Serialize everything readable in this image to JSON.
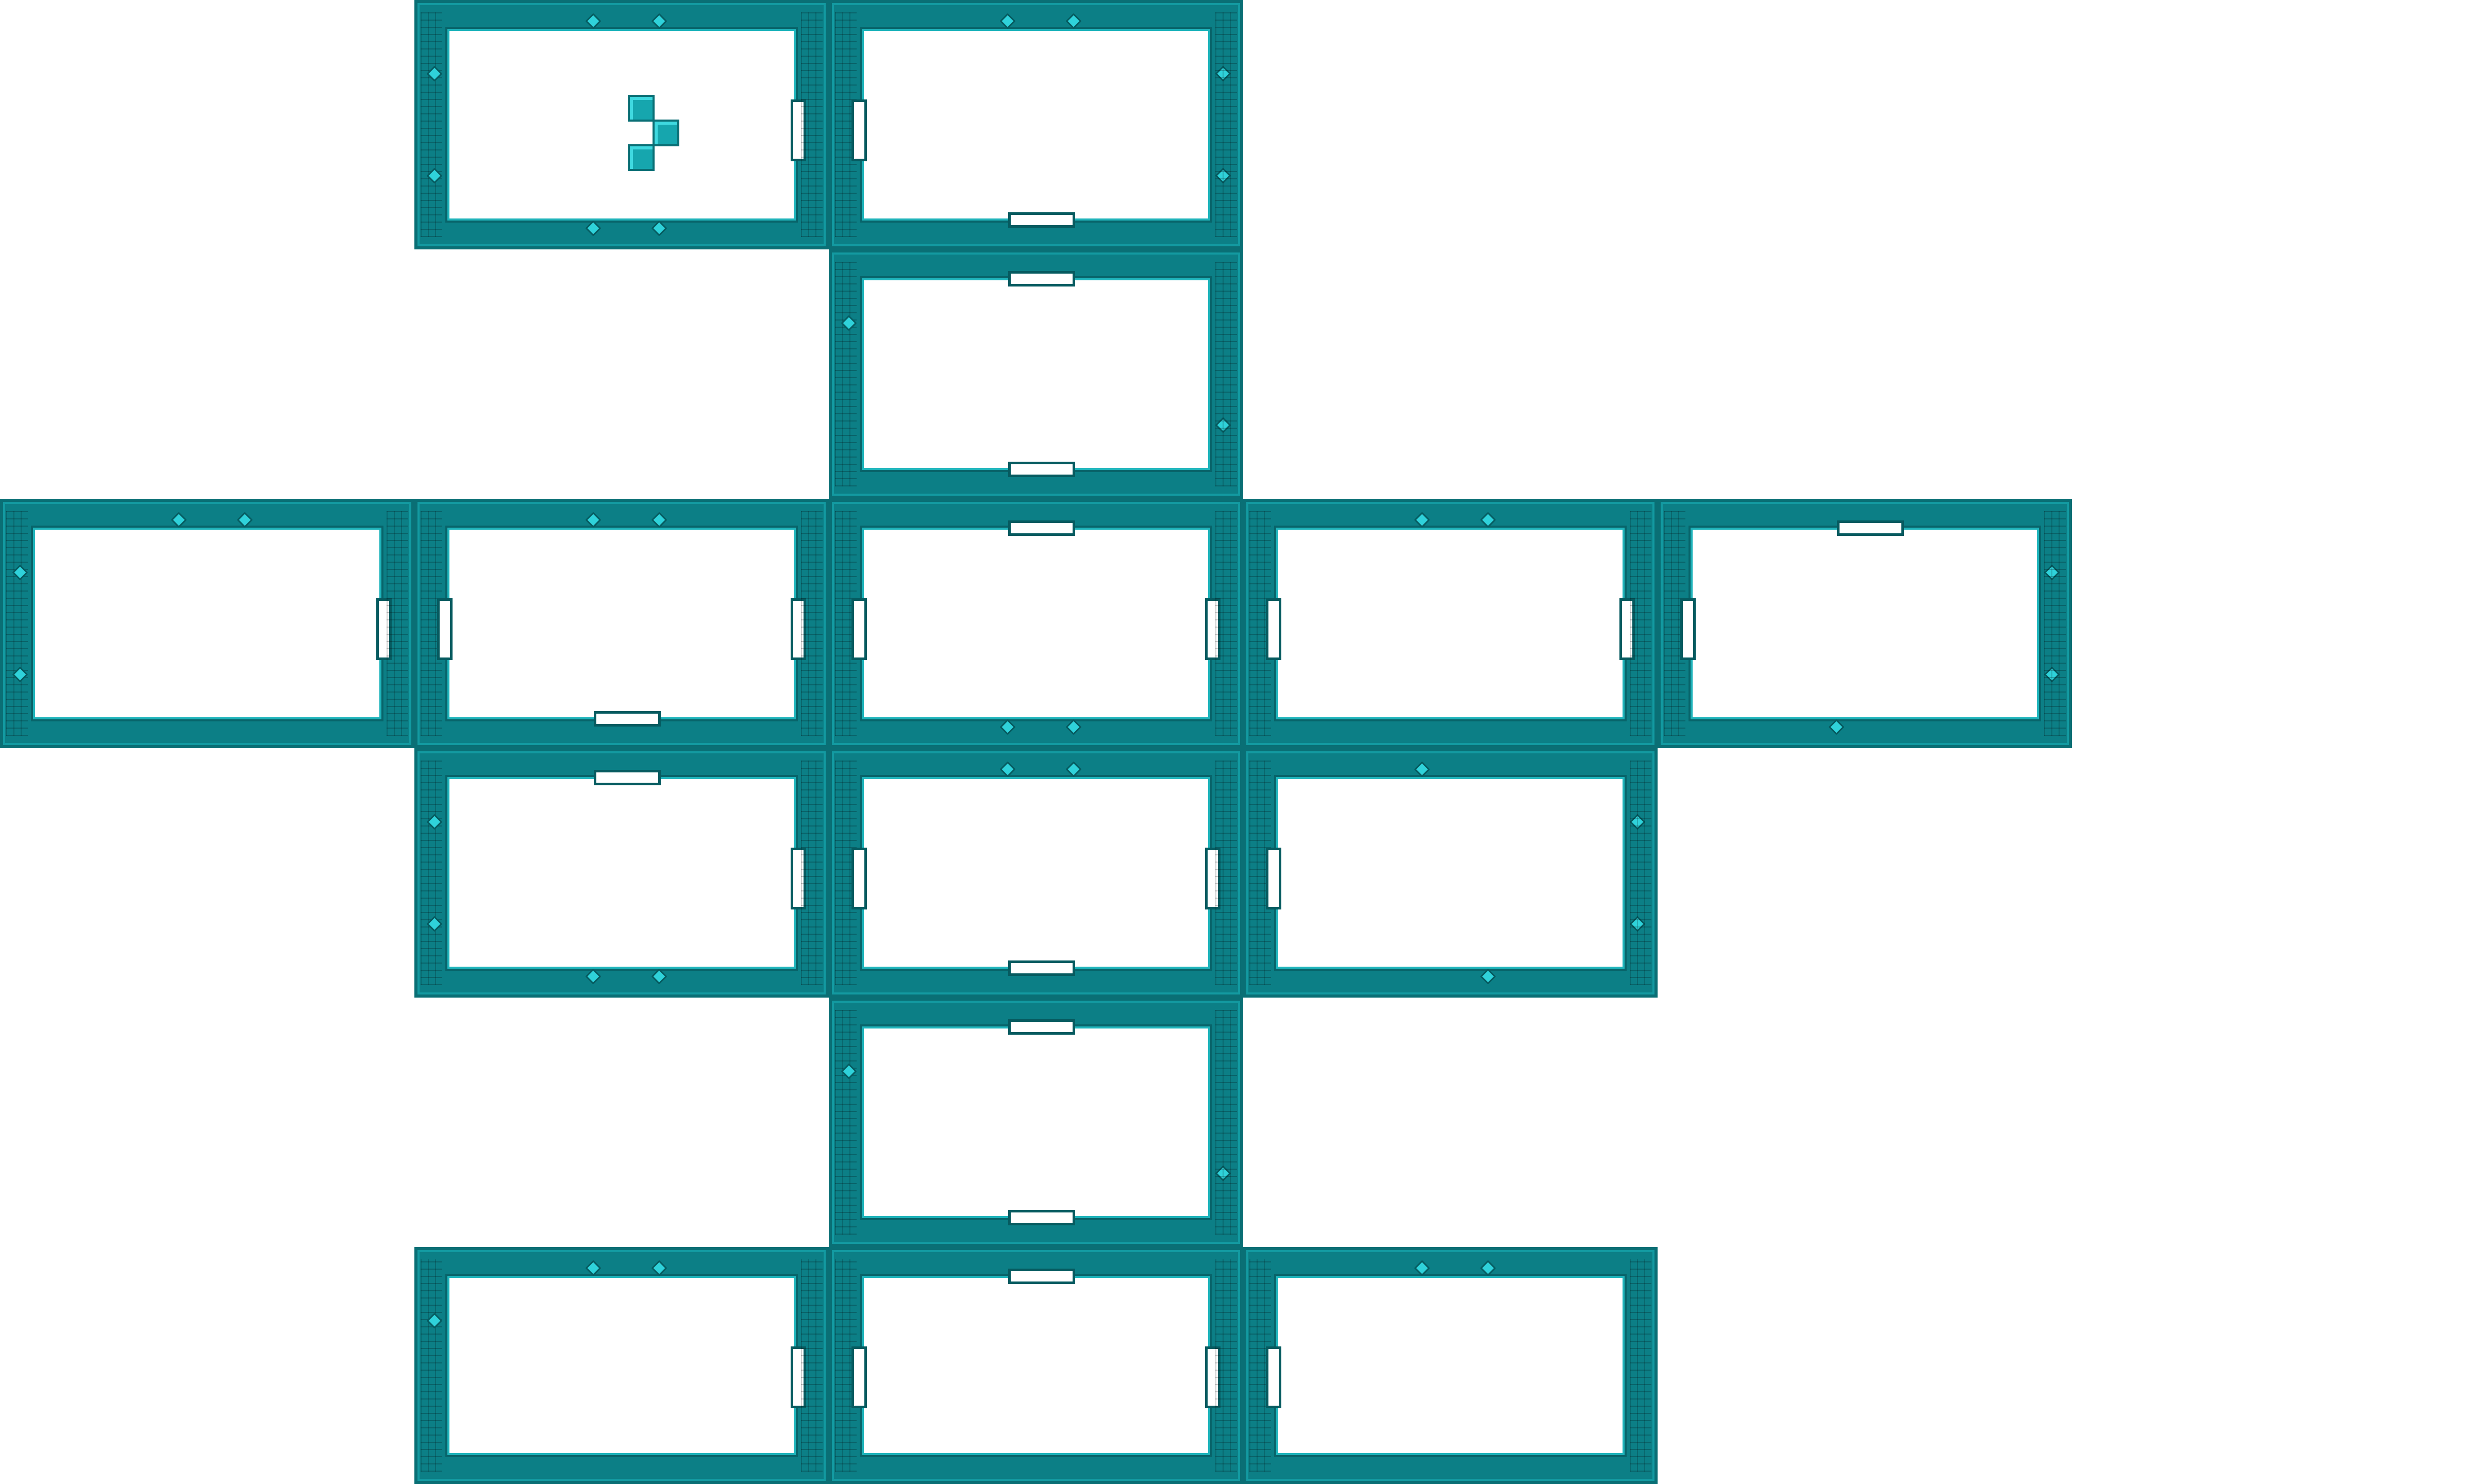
{
  "map": {
    "title": "",
    "room_color": "#0c7f86",
    "floor_color": "#ffffff",
    "accent_color": "#2fd2da",
    "rooms": [
      {
        "id": "r1",
        "visited": true,
        "has_player": true
      },
      {
        "id": "r2",
        "visited": true,
        "has_player": false
      },
      {
        "id": "r3",
        "visited": true,
        "has_player": false
      },
      {
        "id": "r4",
        "visited": true,
        "has_player": false
      },
      {
        "id": "r5",
        "visited": true,
        "has_player": false
      },
      {
        "id": "r6",
        "visited": true,
        "has_player": false
      },
      {
        "id": "r7",
        "visited": true,
        "has_player": false
      },
      {
        "id": "r8",
        "visited": true,
        "has_player": false
      },
      {
        "id": "r9",
        "visited": true,
        "has_player": false
      },
      {
        "id": "r10",
        "visited": true,
        "has_player": false
      },
      {
        "id": "r11",
        "visited": true,
        "has_player": false
      },
      {
        "id": "r12",
        "visited": true,
        "has_player": false
      },
      {
        "id": "r13",
        "visited": true,
        "has_player": false
      },
      {
        "id": "r14",
        "visited": true,
        "has_player": false
      },
      {
        "id": "r15",
        "visited": true,
        "has_player": false
      }
    ],
    "player_icon": "player-marker-icon"
  }
}
